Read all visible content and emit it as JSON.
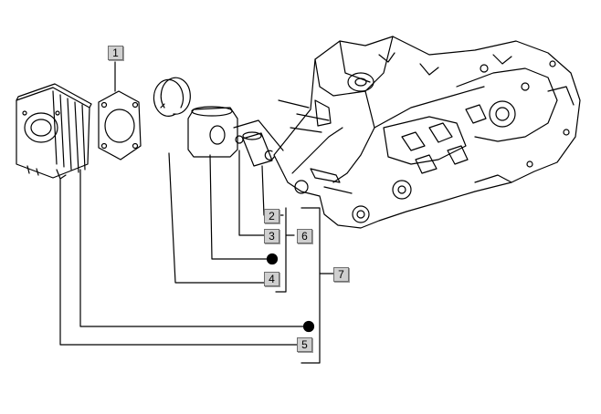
{
  "diagram": {
    "callouts": [
      {
        "id": "1",
        "label": "1"
      },
      {
        "id": "2",
        "label": "2"
      },
      {
        "id": "3",
        "label": "3"
      },
      {
        "id": "4",
        "label": "4"
      },
      {
        "id": "5",
        "label": "5"
      },
      {
        "id": "6",
        "label": "6"
      },
      {
        "id": "7",
        "label": "7"
      }
    ],
    "parts": [
      "cylinder",
      "cylinder-gasket",
      "piston-rings",
      "piston",
      "piston-pin-circlips",
      "piston-pin",
      "engine-crankcase"
    ],
    "line_color": "#000000",
    "label_bg": "#cfcfcf"
  }
}
